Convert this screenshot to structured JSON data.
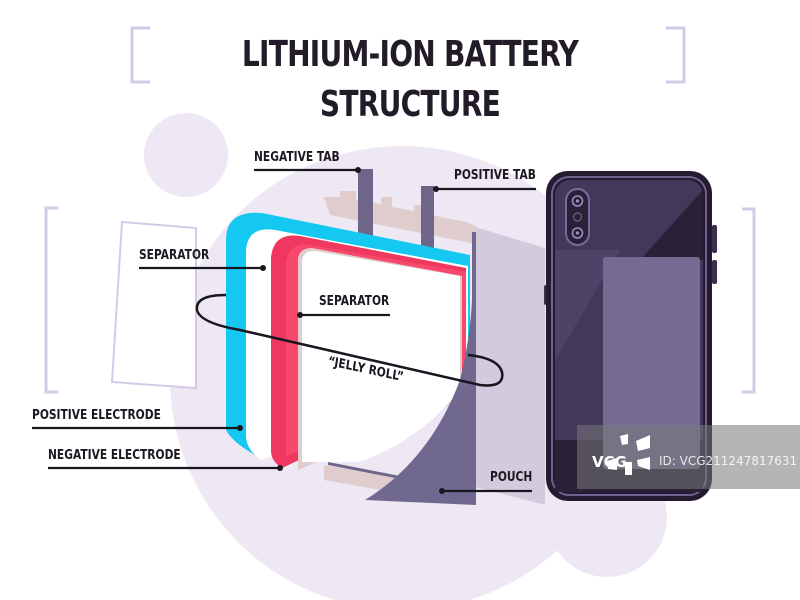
{
  "title": "LITHIUM-ION BATTERY STRUCTURE",
  "labels": {
    "negative_tab": "NEGATIVE TAB",
    "positive_tab": "POSITIVE TAB",
    "separator_outer": "SEPARATOR",
    "separator_inner": "SEPARATOR",
    "jelly_roll": "“JELLY ROLL”",
    "positive_electrode": "POSITIVE ELECTRODE",
    "negative_electrode": "NEGATIVE ELECTRODE",
    "pouch": "POUCH"
  },
  "watermark": {
    "logo": "VCG",
    "id_text": "ID: VCG211247817631"
  },
  "colors": {
    "title_text": "#221b28",
    "bracket": "#d3cbe6",
    "bg_circle": "#ede8f3",
    "positive_electrode": "#14c8f2",
    "negative_electrode": "#f0375f",
    "separator": "#ffffff",
    "tab": "#6e6688",
    "tab_seal": "#e0cccc",
    "pouch_dark": "#716890",
    "pouch_light": "#d3cbdd",
    "phone_body": "#2e2440",
    "phone_panel": "#433859",
    "phone_sticker": "#756a92"
  }
}
